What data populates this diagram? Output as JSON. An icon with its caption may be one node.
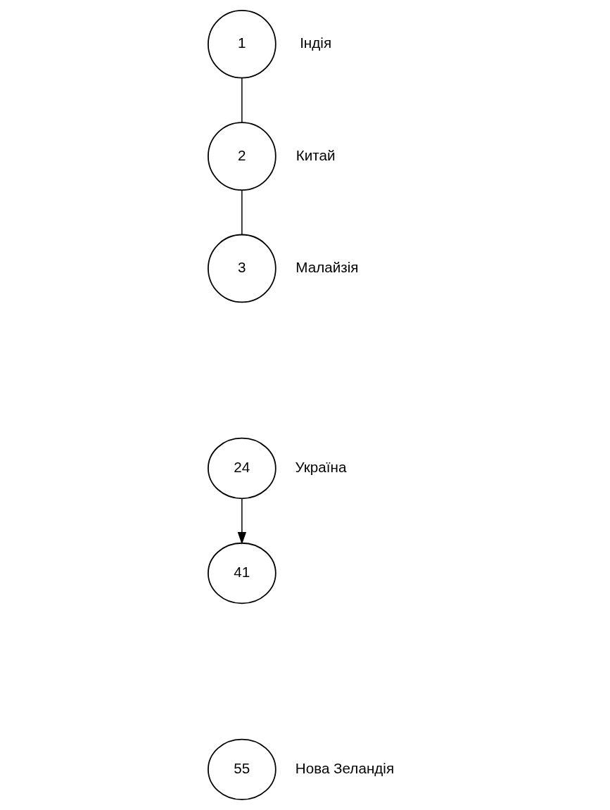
{
  "diagram": {
    "nodes": [
      {
        "text": [
          "1"
        ],
        "beside": [
          "Індія"
        ]
      },
      {
        "text": [
          "2"
        ],
        "beside": [
          "Китай"
        ]
      },
      {
        "text": [
          "3"
        ],
        "beside": [
          "Малайзія"
        ]
      },
      {
        "text": [
          "24"
        ],
        "beside": [
          "Україна"
        ]
      },
      {
        "text": [
          "41"
        ]
      },
      {
        "text": [
          "55"
        ],
        "beside": [
          "Нова Зеландія"
        ]
      }
    ],
    "edges": [
      {
        "from": 0,
        "to": 1,
        "arrow": "none"
      },
      {
        "from": 1,
        "to": 2,
        "arrow": "none"
      },
      {
        "from": 3,
        "to": 4,
        "arrow": "to"
      }
    ]
  }
}
